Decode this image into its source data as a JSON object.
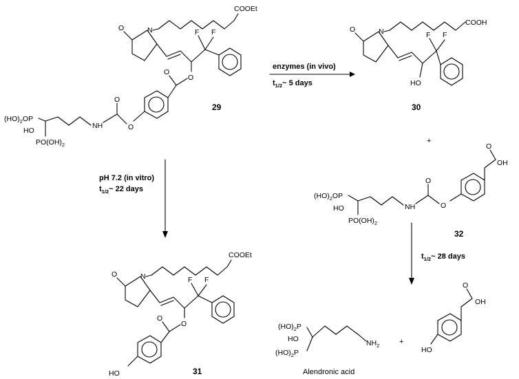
{
  "compounds": {
    "c29": "29",
    "c30": "30",
    "c31": "31",
    "c32": "32",
    "alendronic": "Alendronic acid"
  },
  "conditions": {
    "enzymes": "enzymes (in vivo)",
    "t_enzymes": "~ 5 days",
    "ph": "pH 7.2 (in vitro)",
    "t_ph": "~ 22 days",
    "t_32": "~ 28 days",
    "t_prefix": "t",
    "t_sub": "1/2"
  },
  "atoms": {
    "cooet": "COOEt",
    "cooh": "COOH",
    "o": "O",
    "n": "N",
    "f": "F",
    "ho": "HO",
    "oh": "OH",
    "h": "H",
    "po3_left": "(HO)",
    "po3_2": "2",
    "po3_p": "P",
    "poh2": "PO(OH)",
    "nh2": "NH",
    "two": "2"
  },
  "plus": "+"
}
